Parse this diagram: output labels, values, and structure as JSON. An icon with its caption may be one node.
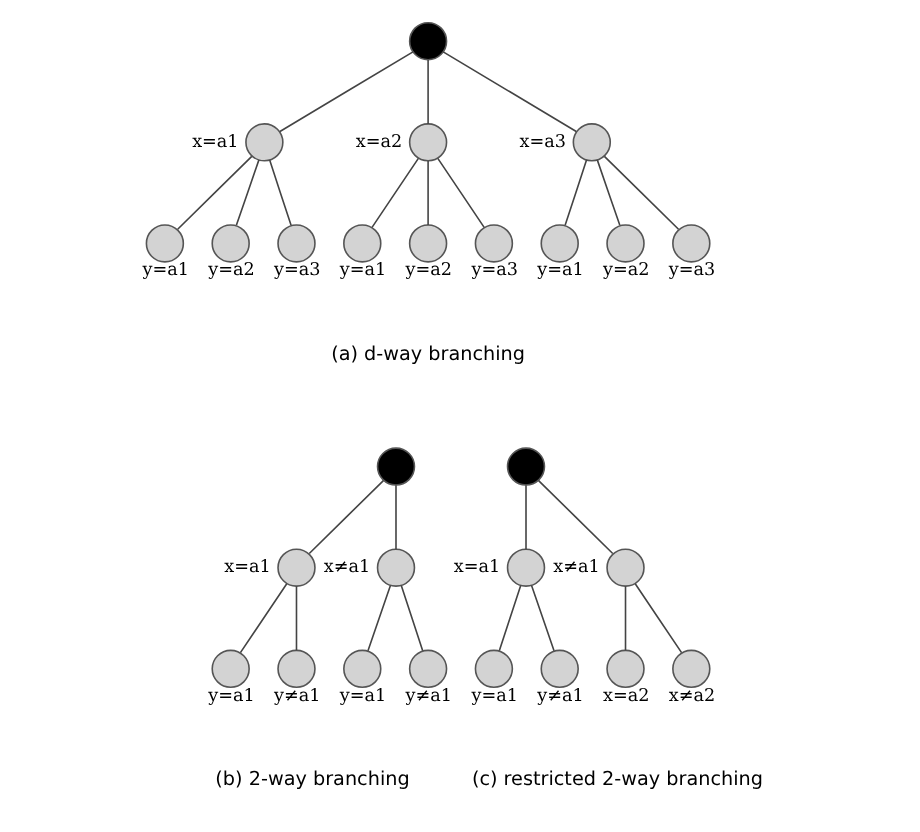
{
  "diagram": {
    "nodes": [
      {
        "text": [],
        "shape": "circle"
      },
      {
        "text": [],
        "shape": "circle",
        "beside": [
          "x=a1"
        ]
      },
      {
        "text": [],
        "shape": "circle",
        "beside": [
          "x=a2"
        ]
      },
      {
        "text": [],
        "shape": "circle",
        "beside": [
          "x=a3"
        ]
      },
      {
        "text": [],
        "shape": "circle",
        "beside": [
          "y=a1"
        ]
      },
      {
        "text": [],
        "shape": "circle",
        "beside": [
          "y=a2"
        ]
      },
      {
        "text": [],
        "shape": "circle",
        "beside": [
          "y=a3"
        ]
      },
      {
        "text": [],
        "shape": "circle",
        "beside": [
          "y=a1"
        ]
      },
      {
        "text": [],
        "shape": "circle",
        "beside": [
          "y=a2"
        ]
      },
      {
        "text": [],
        "shape": "circle",
        "beside": [
          "y=a3"
        ]
      },
      {
        "text": [],
        "shape": "circle",
        "beside": [
          "y=a1"
        ]
      },
      {
        "text": [],
        "shape": "circle",
        "beside": [
          "y=a2"
        ]
      },
      {
        "text": [],
        "shape": "circle",
        "beside": [
          "y=a3"
        ]
      },
      {
        "text": [],
        "shape": "circle"
      },
      {
        "text": [],
        "shape": "circle",
        "beside": [
          "x=a1"
        ]
      },
      {
        "text": [],
        "shape": "circle",
        "beside": [
          "x≠a1"
        ]
      },
      {
        "text": [],
        "shape": "circle",
        "beside": [
          "y=a1"
        ]
      },
      {
        "text": [],
        "shape": "circle",
        "beside": [
          "y≠a1"
        ]
      },
      {
        "text": [],
        "shape": "circle",
        "beside": [
          "y=a1"
        ]
      },
      {
        "text": [],
        "shape": "circle",
        "beside": [
          "y≠a1"
        ]
      },
      {
        "text": [],
        "shape": "circle"
      },
      {
        "text": [],
        "shape": "circle",
        "beside": [
          "x=a1"
        ]
      },
      {
        "text": [],
        "shape": "circle",
        "beside": [
          "x≠a1"
        ]
      },
      {
        "text": [],
        "shape": "circle",
        "beside": [
          "y=a1"
        ]
      },
      {
        "text": [],
        "shape": "circle",
        "beside": [
          "y≠a1"
        ]
      },
      {
        "text": [],
        "shape": "circle",
        "beside": [
          "x=a2"
        ]
      },
      {
        "text": [],
        "shape": "circle",
        "beside": [
          "x≠a2"
        ]
      }
    ],
    "edges": [
      {
        "from": 0,
        "to": 1,
        "arrow": "none"
      },
      {
        "from": 0,
        "to": 2,
        "arrow": "none"
      },
      {
        "from": 0,
        "to": 3,
        "arrow": "none"
      },
      {
        "from": 1,
        "to": 4,
        "arrow": "none"
      },
      {
        "from": 1,
        "to": 5,
        "arrow": "none"
      },
      {
        "from": 1,
        "to": 6,
        "arrow": "none"
      },
      {
        "from": 2,
        "to": 7,
        "arrow": "none"
      },
      {
        "from": 2,
        "to": 8,
        "arrow": "none"
      },
      {
        "from": 2,
        "to": 9,
        "arrow": "none"
      },
      {
        "from": 3,
        "to": 10,
        "arrow": "none"
      },
      {
        "from": 3,
        "to": 11,
        "arrow": "none"
      },
      {
        "from": 3,
        "to": 12,
        "arrow": "none"
      },
      {
        "from": 13,
        "to": 14,
        "arrow": "none"
      },
      {
        "from": 13,
        "to": 15,
        "arrow": "none"
      },
      {
        "from": 14,
        "to": 16,
        "arrow": "none"
      },
      {
        "from": 14,
        "to": 17,
        "arrow": "none"
      },
      {
        "from": 15,
        "to": 18,
        "arrow": "none"
      },
      {
        "from": 15,
        "to": 19,
        "arrow": "none"
      },
      {
        "from": 20,
        "to": 21,
        "arrow": "none"
      },
      {
        "from": 20,
        "to": 22,
        "arrow": "none"
      },
      {
        "from": 21,
        "to": 23,
        "arrow": "none"
      },
      {
        "from": 21,
        "to": 24,
        "arrow": "none"
      },
      {
        "from": 22,
        "to": 25,
        "arrow": "none"
      },
      {
        "from": 22,
        "to": 26,
        "arrow": "none"
      }
    ],
    "labels": [
      "(a) d-way branching",
      "(b) 2-way branching",
      "(c) restricted 2-way branching"
    ]
  }
}
